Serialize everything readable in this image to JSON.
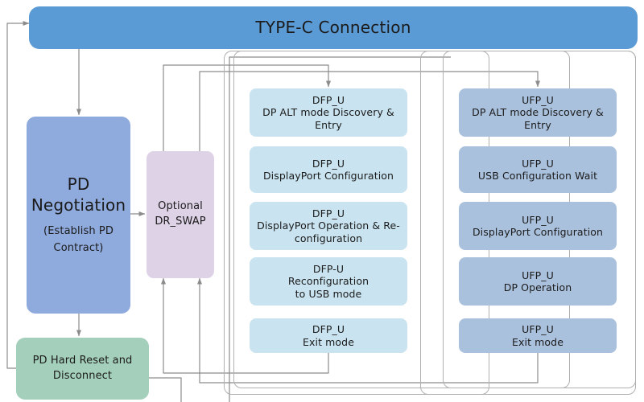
{
  "diagram": {
    "title": "TYPE-C Connection",
    "colors": {
      "typec_header": "#5b9bd5",
      "pd_negotiation": "#8faadc",
      "dr_swap": "#ded2e7",
      "hard_reset": "#a4cfba",
      "dfp_state": "#c9e4f0",
      "ufp_state": "#aac1dd",
      "connector_line": "#8c8c8c",
      "lane_border": "#b0b0b0",
      "background": "#ffffff"
    }
  },
  "header": {
    "label": "TYPE-C Connection"
  },
  "left_column": {
    "pd_negotiation": {
      "line1": "PD",
      "line2": "Negotiation",
      "sub1": "(Establish PD",
      "sub2": "Contract)"
    },
    "hard_reset": {
      "line1": "PD Hard Reset and",
      "line2": "Disconnect"
    }
  },
  "dr_swap": {
    "line1": "Optional",
    "line2": "DR_SWAP"
  },
  "dfp_column": {
    "states": [
      {
        "role": "DFP_U",
        "line1": "DP ALT mode Discovery &",
        "line2": "Entry"
      },
      {
        "role": "DFP_U",
        "line1": "DisplayPort Configuration",
        "line2": ""
      },
      {
        "role": "DFP_U",
        "line1": "DisplayPort Operation & Re-",
        "line2": "configuration"
      },
      {
        "role": "DFP-U",
        "line1": "Reconfiguration",
        "line2": "to USB mode"
      },
      {
        "role": "DFP_U",
        "line1": "Exit mode",
        "line2": ""
      }
    ]
  },
  "ufp_column": {
    "states": [
      {
        "role": "UFP_U",
        "line1": "DP ALT mode Discovery &",
        "line2": "Entry"
      },
      {
        "role": "UFP_U",
        "line1": "USB Configuration Wait",
        "line2": ""
      },
      {
        "role": "UFP_U",
        "line1": "DisplayPort Configuration",
        "line2": ""
      },
      {
        "role": "UFP_U",
        "line1": "DP Operation",
        "line2": ""
      },
      {
        "role": "UFP_U",
        "line1": "Exit mode",
        "line2": ""
      }
    ]
  }
}
